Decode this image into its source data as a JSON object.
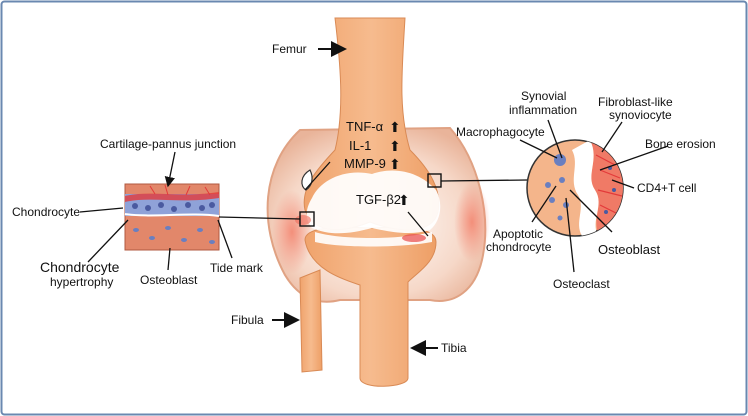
{
  "colors": {
    "frame": "#6a88b0",
    "bone": "#f2ad7a",
    "bone_dark": "#d98a55",
    "capsule": "#e7c3b1",
    "inflamed": "#f18a72",
    "cartilage": "#ffffff",
    "cell_blue": "#6a7fc0",
    "erosion_red": "#e33a3a"
  },
  "labels": {
    "femur": "Femur",
    "fibula": "Fibula",
    "tibia": "Tibia",
    "cartilage_pannus": "Cartilage-pannus junction",
    "chondrocyte": "Chondrocyte",
    "chondrocyte_hyp_1": "Chondrocyte",
    "chondrocyte_hyp_2": "hypertrophy",
    "osteoblast_left": "Osteoblast",
    "tide_mark": "Tide mark",
    "tnf": "TNF-α",
    "il1": "IL-1",
    "mmp9": "MMP-9",
    "tgf": "TGF-β2",
    "synovial_1": "Synovial",
    "synovial_2": "inflammation",
    "fibroblast_1": "Fibroblast-like",
    "fibroblast_2": "synoviocyte",
    "macrophagocyte": "Macrophagocyte",
    "bone_erosion": "Bone erosion",
    "cd4": "CD4+T cell",
    "apoptotic_1": "Apoptotic",
    "apoptotic_2": "chondrocyte",
    "osteoblast_right": "Osteoblast",
    "osteoclast": "Osteoclast"
  },
  "arrow_glyph": "⬆"
}
